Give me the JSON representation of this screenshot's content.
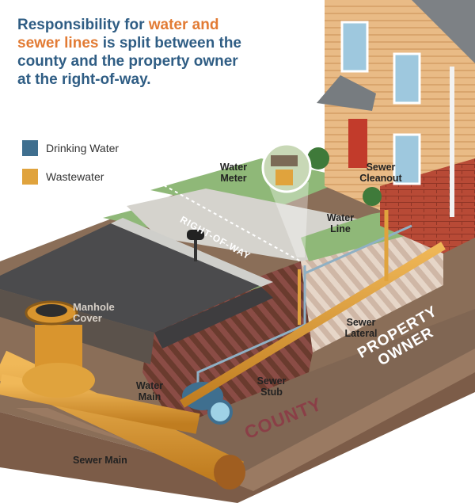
{
  "title": {
    "part1": "Responsibility for ",
    "part2": "water and sewer lines",
    "part3": " is split between the county and the property owner at the right-of-way."
  },
  "legend": [
    {
      "label": "Drinking Water",
      "color": "#3f6f8f"
    },
    {
      "label": "Wastewater",
      "color": "#e0a33d"
    }
  ],
  "labels": {
    "water_meter": "Water Meter",
    "sewer_cleanout": "Sewer Cleanout",
    "water_line": "Water Line",
    "right_of_way": "RIGHT-OF-WAY",
    "manhole_cover": "Manhole Cover",
    "sewer_lateral": "Sewer Lateral",
    "water_main": "Water Main",
    "sewer_stub": "Sewer Stub",
    "sewer_main": "Sewer Main",
    "county": "COUNTY",
    "property_owner": "PROPERTY OWNER"
  },
  "colors": {
    "drinking_water": "#3f6f8f",
    "wastewater": "#e0a33d",
    "title": "#2f5d84",
    "title_highlight": "#e27b34",
    "county_text": "#8a3f47",
    "lawn": "#8fb878",
    "road": "#4b4b4d",
    "brick": "#b84a36",
    "siding": "#e9bb86"
  }
}
